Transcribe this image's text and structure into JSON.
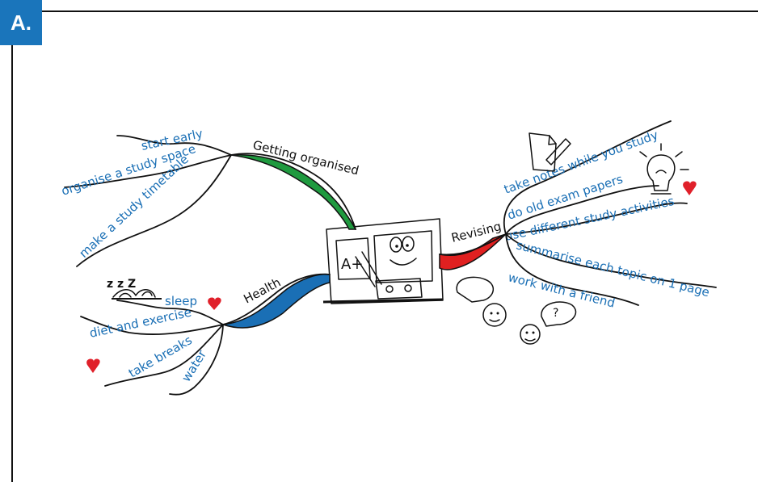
{
  "tag_label": "A.",
  "center": {
    "image": "board-with-A-plus"
  },
  "branches": {
    "getting_organised": {
      "label": "Getting organised",
      "color": "#1f9a3f",
      "items": [
        "start early",
        "organise a study space",
        "make a study timetable"
      ]
    },
    "health": {
      "label": "Health",
      "color": "#1a6fb5",
      "items": [
        "sleep",
        "diet and exercise",
        "take breaks",
        "water"
      ]
    },
    "revising": {
      "label": "Revising",
      "color": "#e02020",
      "items": [
        "take notes while you study",
        "do old exam papers",
        "use different study activities",
        "summarise each topic on 1 page",
        "work with a friend"
      ]
    }
  },
  "sleep_glyph": "z z Z",
  "question_mark": "?",
  "colors": {
    "tag": "#1a75bb",
    "text": "#1a6fb5",
    "heart": "#e0202a",
    "line": "#111111"
  }
}
